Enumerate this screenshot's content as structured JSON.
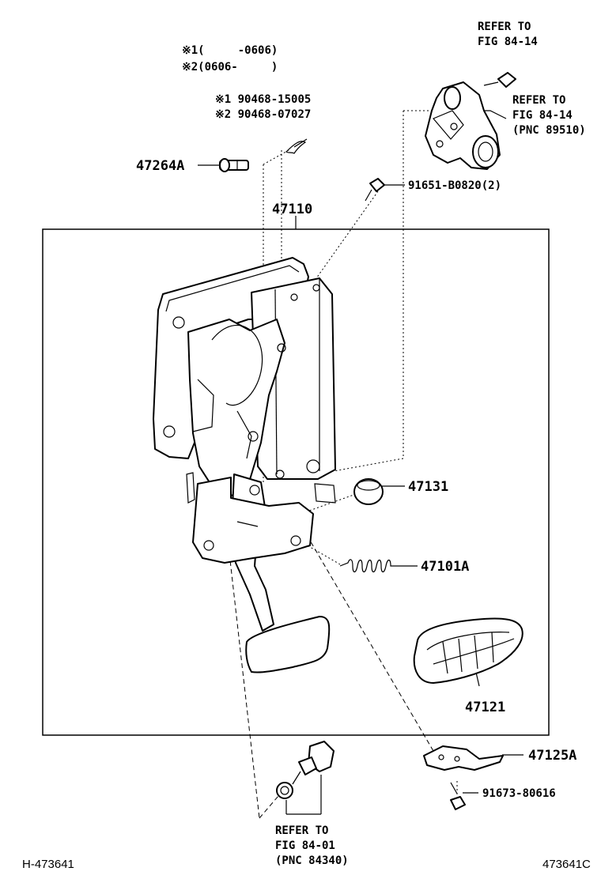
{
  "diagram_code_left": "H-473641",
  "diagram_code_right": "473641C",
  "notes": {
    "range1": "※1(     -0606)",
    "range2": "※2(0606-     )",
    "part1": "※1 90468-15005",
    "part2": "※2 90468-07027"
  },
  "labels": {
    "p47264A": "47264A",
    "p47110": "47110",
    "p91651": "91651-B0820(2)",
    "p47131": "47131",
    "p47101A": "47101A",
    "p47121": "47121",
    "p47125A": "47125A",
    "p91673": "91673-80616"
  },
  "refer_top": {
    "line1": "REFER TO",
    "line2": "FIG 84-14"
  },
  "refer_sensor": {
    "line1": "REFER TO",
    "line2": "FIG 84-14",
    "line3": "(PNC 89510)"
  },
  "refer_bottom": {
    "line1": "REFER TO",
    "line2": "FIG 84-01",
    "line3": "(PNC 84340)"
  }
}
